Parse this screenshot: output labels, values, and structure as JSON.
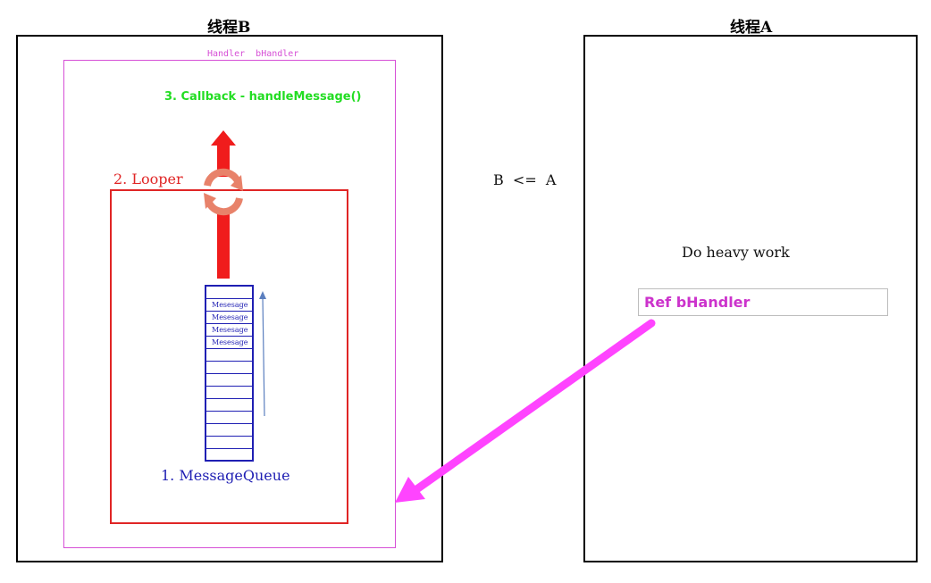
{
  "thread_b": {
    "title": "线程B",
    "handler_label": "Handler  bHandler",
    "callback_label": "3. Callback - handleMessage()",
    "looper_label": "2. Looper",
    "queue_label": "1. MessageQueue",
    "queue_messages": [
      "Mesesage",
      "Mesesage",
      "Mesesage",
      "Mesesage"
    ],
    "queue_empty_slots": 10
  },
  "thread_a": {
    "title": "线程A",
    "work_label": "Do heavy work",
    "ref_label": "Ref bHandler"
  },
  "relation_label": "B  <=  A",
  "colors": {
    "thread_border": "#000000",
    "handler_border": "#d64fd6",
    "handler_text": "#d64fd6",
    "callback_text": "#22dd22",
    "looper": "#e02525",
    "queue": "#1f1fb3",
    "ref_text": "#cc33cc",
    "pink_arrow": "#ff44ff",
    "loop_icon": "#e8826a"
  }
}
